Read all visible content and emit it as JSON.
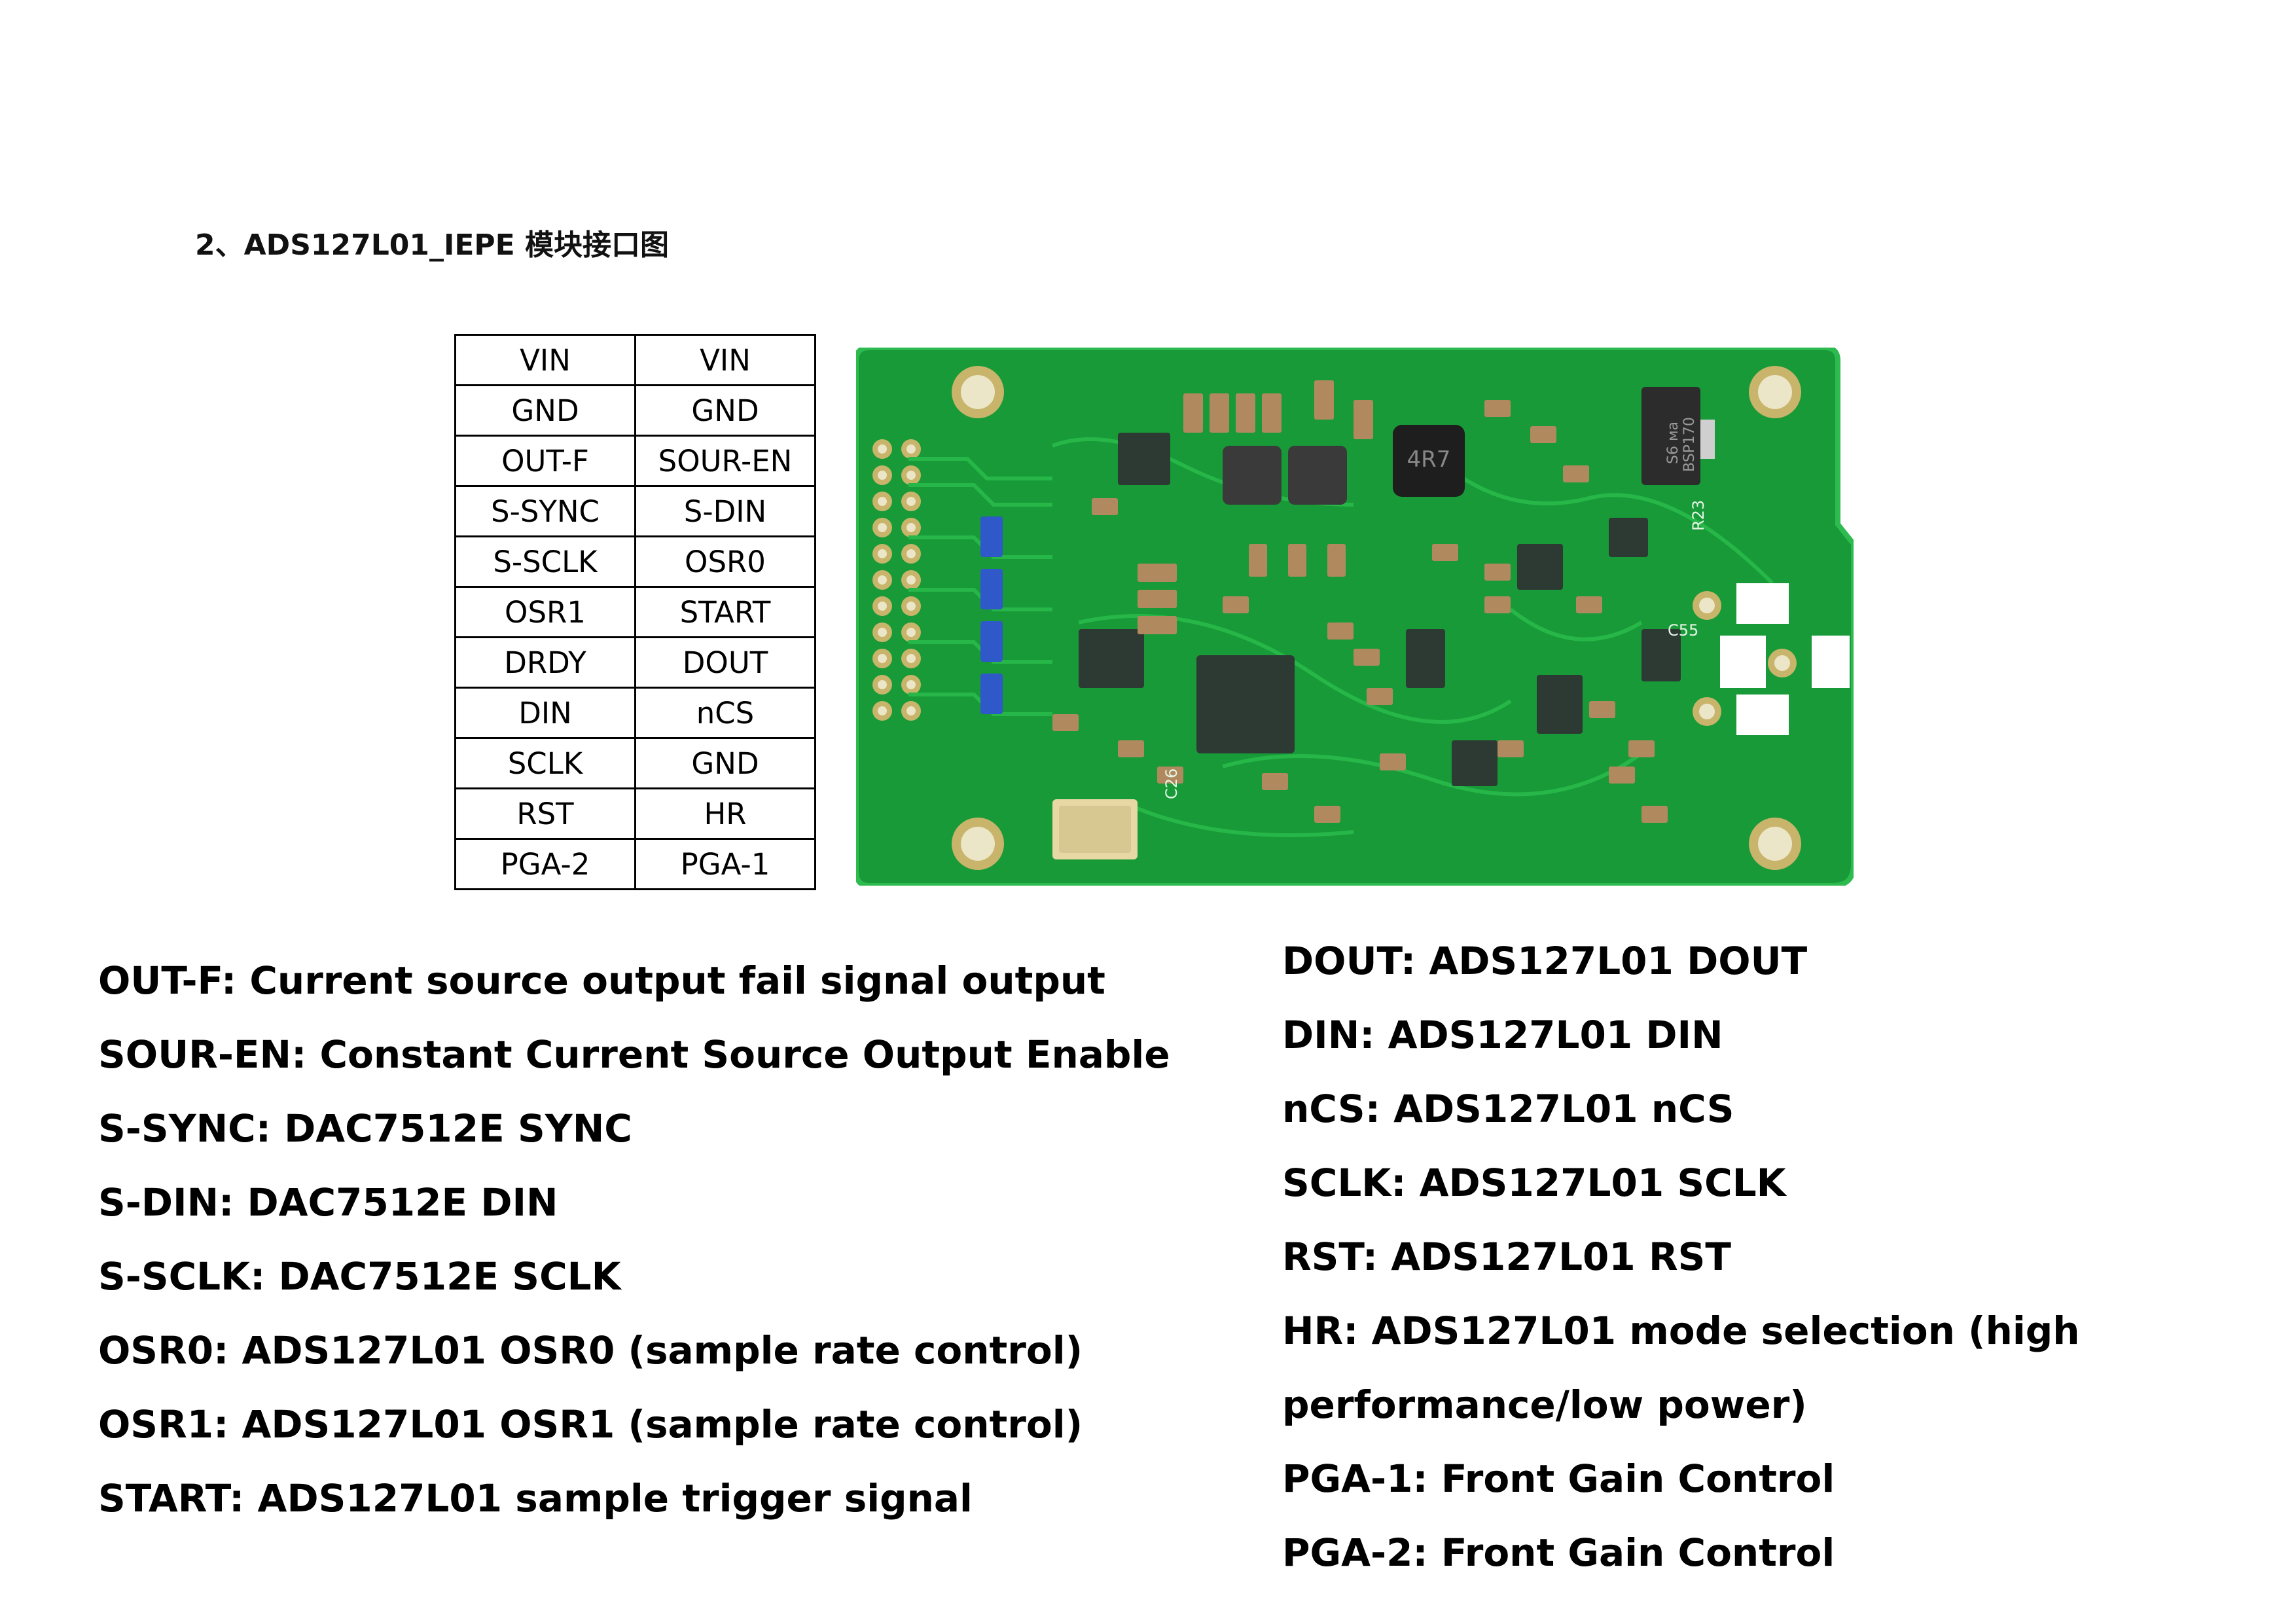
{
  "heading": "2、ADS127L01_IEPE 模块接口图",
  "pin_table": [
    [
      "VIN",
      "VIN"
    ],
    [
      "GND",
      "GND"
    ],
    [
      "OUT-F",
      "SOUR-EN"
    ],
    [
      "S-SYNC",
      "S-DIN"
    ],
    [
      "S-SCLK",
      "OSR0"
    ],
    [
      "OSR1",
      "START"
    ],
    [
      "DRDY",
      "DOUT"
    ],
    [
      "DIN",
      "nCS"
    ],
    [
      "SCLK",
      "GND"
    ],
    [
      "RST",
      "HR"
    ],
    [
      "PGA-2",
      "PGA-1"
    ]
  ],
  "board_labels": {
    "inductor": "4R7",
    "transistor_line1": "S6 ма",
    "transistor_line2": "BSP170",
    "r23": "R23",
    "c55": "C55",
    "c26": "C26"
  },
  "descriptions_left": [
    "OUT-F: Current source output fail signal output",
    "SOUR-EN: Constant Current Source Output Enable",
    "S-SYNC: DAC7512E SYNC",
    "S-DIN: DAC7512E DIN",
    "S-SCLK: DAC7512E SCLK",
    "OSR0: ADS127L01 OSR0 (sample rate control)",
    "OSR1: ADS127L01 OSR1 (sample rate control)",
    "START: ADS127L01 sample trigger signal"
  ],
  "descriptions_right": [
    "DOUT: ADS127L01 DOUT",
    "DIN: ADS127L01 DIN",
    "nCS: ADS127L01 nCS",
    "SCLK: ADS127L01 SCLK",
    "RST: ADS127L01 RST",
    "HR: ADS127L01 mode selection (high performance/low power)",
    "PGA-1: Front Gain Control",
    "PGA-2: Front Gain Control"
  ],
  "colors": {
    "pcb_green": "#179a37",
    "pcb_edge": "#2dbb50",
    "trace": "#27b648",
    "gold_pad": "#c8b46a",
    "ic_body": "#2d3a34"
  }
}
